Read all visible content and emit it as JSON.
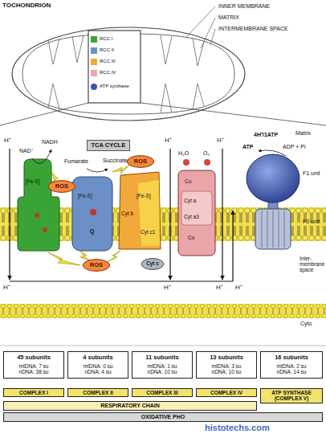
{
  "diagram": {
    "nodes": [
      {
        "text": [
          "TCA CYCLE"
        ]
      },
      {
        "text": [
          "ROS"
        ]
      },
      {
        "text": [
          "ROS"
        ]
      },
      {
        "text": [
          "ROS"
        ]
      },
      {
        "text": [
          "Cyt c"
        ]
      },
      {
        "text": [
          "45 subunits",
          "mtDNA: 7 su nDNA: 38 su"
        ]
      },
      {
        "text": [
          "4 subunits",
          "mtDNA: 0 su nDNA: 4 su"
        ]
      },
      {
        "text": [
          "11 subunits",
          "mtDNA: 1 su nDNA: 10 su"
        ]
      },
      {
        "text": [
          "13 subunits",
          "mtDNA: 3 su nDNA: 10 su"
        ]
      },
      {
        "text": [
          "16 subunits",
          "mtDNA: 2 su nDNA: 14 su"
        ]
      },
      {
        "text": [
          "COMPLEX I"
        ]
      },
      {
        "text": [
          "COMPLEX II"
        ]
      },
      {
        "text": [
          "COMPLEX III"
        ]
      },
      {
        "text": [
          "COMPLEX IV"
        ]
      },
      {
        "text": [
          "ATP SYNTHASE (COMPLEX V)"
        ]
      },
      {
        "text": [
          "RESPIRATORY CHAIN"
        ]
      },
      {
        "text": [
          "OXIDATIVE PHO"
        ]
      }
    ],
    "labels": [
      "TOCHONDRION",
      "INNER MEMBRANE",
      "MATRIX",
      "INTERMEMBRANE SPACE",
      "RCC I",
      "RCC II",
      "RCC III",
      "RCC IV",
      "ATP synthase",
      "Matrix",
      "H⁺",
      "NAD⁺",
      "NADH",
      "Fumarate",
      "Succinate",
      "H⁺",
      "H₂O",
      "O₂",
      "H⁺",
      "4H⁺/1ATP",
      "ATP",
      "ADP + Pi",
      "F1 unit",
      "F0 unit",
      "Inter-membrane space",
      "[Fe-S]",
      "[Fe-S]",
      "Q",
      "Cyt b",
      "[Fe-S]",
      "Cyt c1",
      "Cu",
      "Cyt a",
      "Cyt a3",
      "Cu",
      "H⁺",
      "H⁺",
      "H⁺",
      "H⁺",
      "Cyto",
      "histotechs.com"
    ]
  }
}
